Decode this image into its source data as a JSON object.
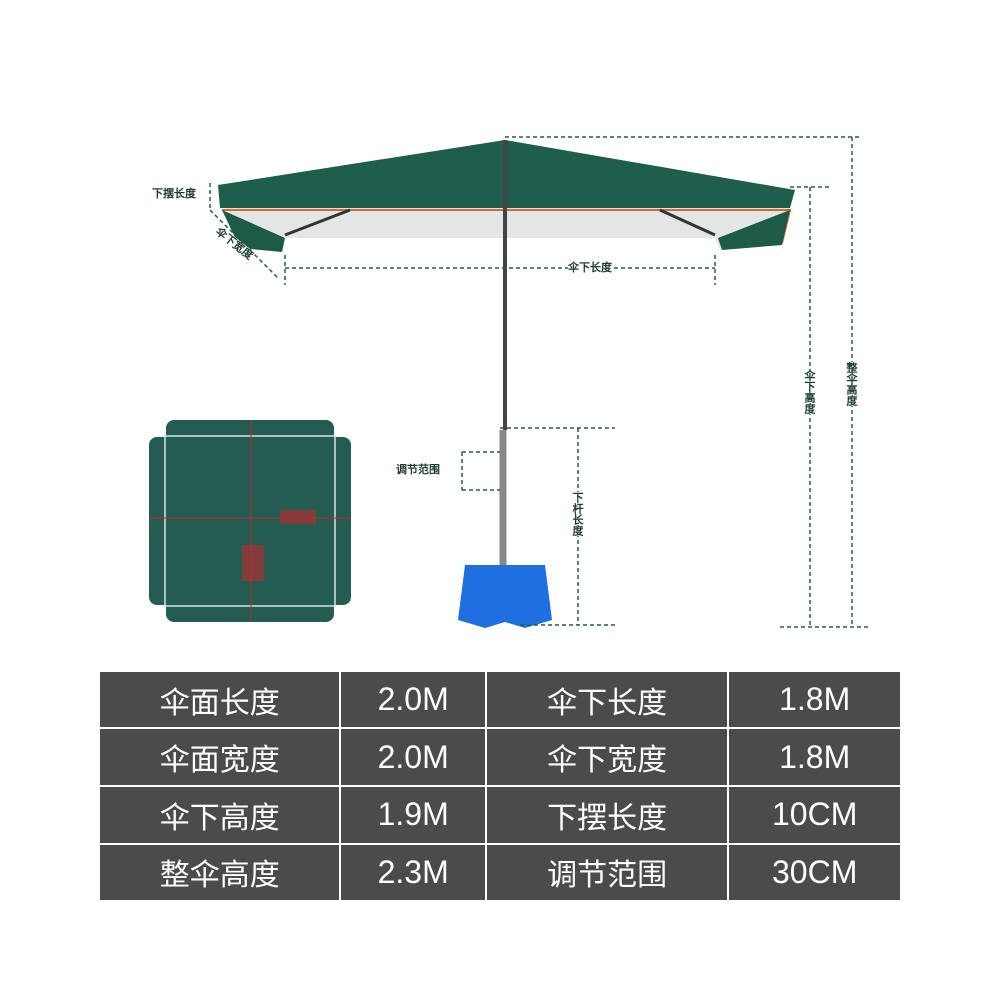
{
  "diagram": {
    "labels": {
      "hem_length": "下摆长度",
      "under_width": "伞下宽度",
      "under_length": "伞下长度",
      "total_height": "整伞高度",
      "under_height": "伞下高度",
      "adjust_range": "调节范围",
      "lower_pole_length": "下杆长度"
    },
    "colors": {
      "canopy": "#1f5e4c",
      "base": "#1f6fe0",
      "dimension_line": "#2d5a45"
    }
  },
  "specs": {
    "rows": [
      {
        "k1": "伞面长度",
        "v1": "2.0M",
        "k2": "伞下长度",
        "v2": "1.8M"
      },
      {
        "k1": "伞面宽度",
        "v1": "2.0M",
        "k2": "伞下宽度",
        "v2": "1.8M"
      },
      {
        "k1": "伞下高度",
        "v1": "1.9M",
        "k2": "下摆长度",
        "v2": "10CM"
      },
      {
        "k1": "整伞高度",
        "v1": "2.3M",
        "k2": "调节范围",
        "v2": "30CM"
      }
    ]
  }
}
